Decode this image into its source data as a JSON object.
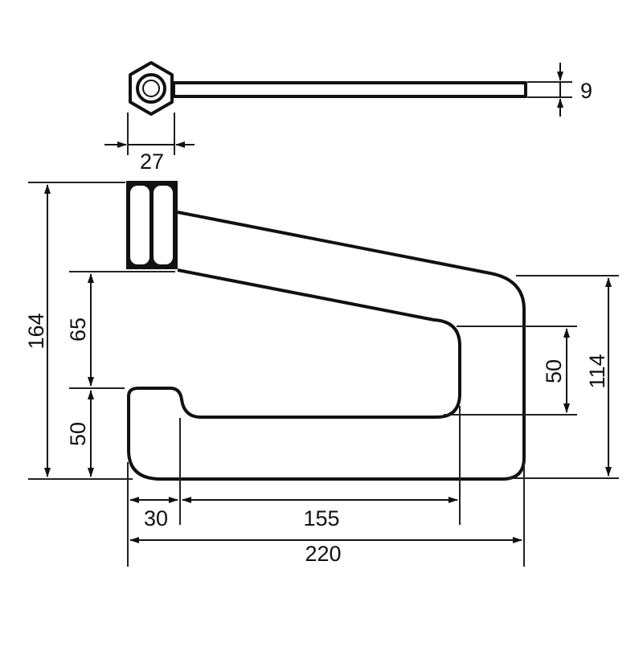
{
  "drawing": {
    "type": "technical dimension drawing",
    "subject": "disc brake lock (top view and side view)",
    "colors": {
      "line": "#111111",
      "background": "#ffffff"
    }
  },
  "top_view": {
    "nut_width_label": "27",
    "pin_diameter_label": "9"
  },
  "side_view": {
    "overall_height_label": "164",
    "jaw_offset_label": "65",
    "lower_jaw_height_label": "50",
    "slot_height_label": "50",
    "body_height_label": "114",
    "jaw_lip_width_label": "30",
    "slot_depth_label": "155",
    "overall_width_label": "220"
  }
}
